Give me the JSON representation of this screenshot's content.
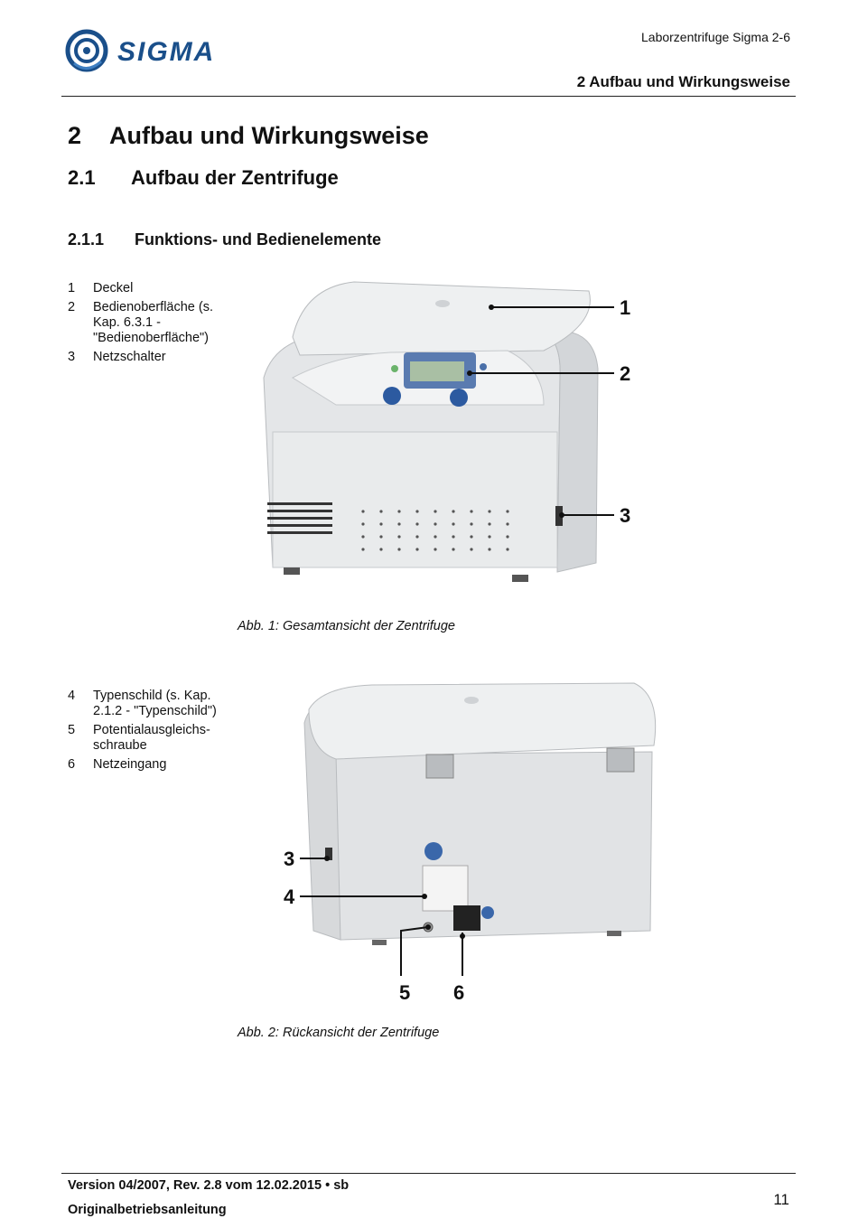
{
  "header": {
    "brand": "SIGMA",
    "document_title": "Laborzentrifuge Sigma 2-6",
    "chapter": "2 Aufbau und Wirkungsweise"
  },
  "headings": {
    "h1_num": "2",
    "h1_text": "Aufbau und Wirkungsweise",
    "h2_num": "2.1",
    "h2_text": "Aufbau der Zentrifuge",
    "h3_num": "2.1.1",
    "h3_text": "Funktions- und Bedienelemente"
  },
  "figure1": {
    "legend": [
      {
        "num": "1",
        "text": "Deckel"
      },
      {
        "num": "2",
        "text": "Bedienoberfläche (s. Kap. 6.3.1 - \"Bedienoberfläche\")"
      },
      {
        "num": "3",
        "text": "Netzschalter"
      }
    ],
    "callouts": [
      "1",
      "2",
      "3"
    ],
    "caption": "Abb. 1: Gesamtansicht der Zentrifuge"
  },
  "figure2": {
    "legend": [
      {
        "num": "4",
        "text": "Typenschild (s. Kap. 2.1.2 - \"Typenschild\")"
      },
      {
        "num": "5",
        "text": "Potentialausgleichs-schraube"
      },
      {
        "num": "6",
        "text": "Netzeingang"
      }
    ],
    "callouts": [
      "3",
      "4",
      "5",
      "6"
    ],
    "caption": "Abb. 2: Rückansicht der Zentrifuge"
  },
  "footer": {
    "version": "Version 04/2007, Rev. 2.8 vom 12.02.2015 • sb",
    "label": "Originalbetriebsanleitung",
    "page_number": "11"
  }
}
